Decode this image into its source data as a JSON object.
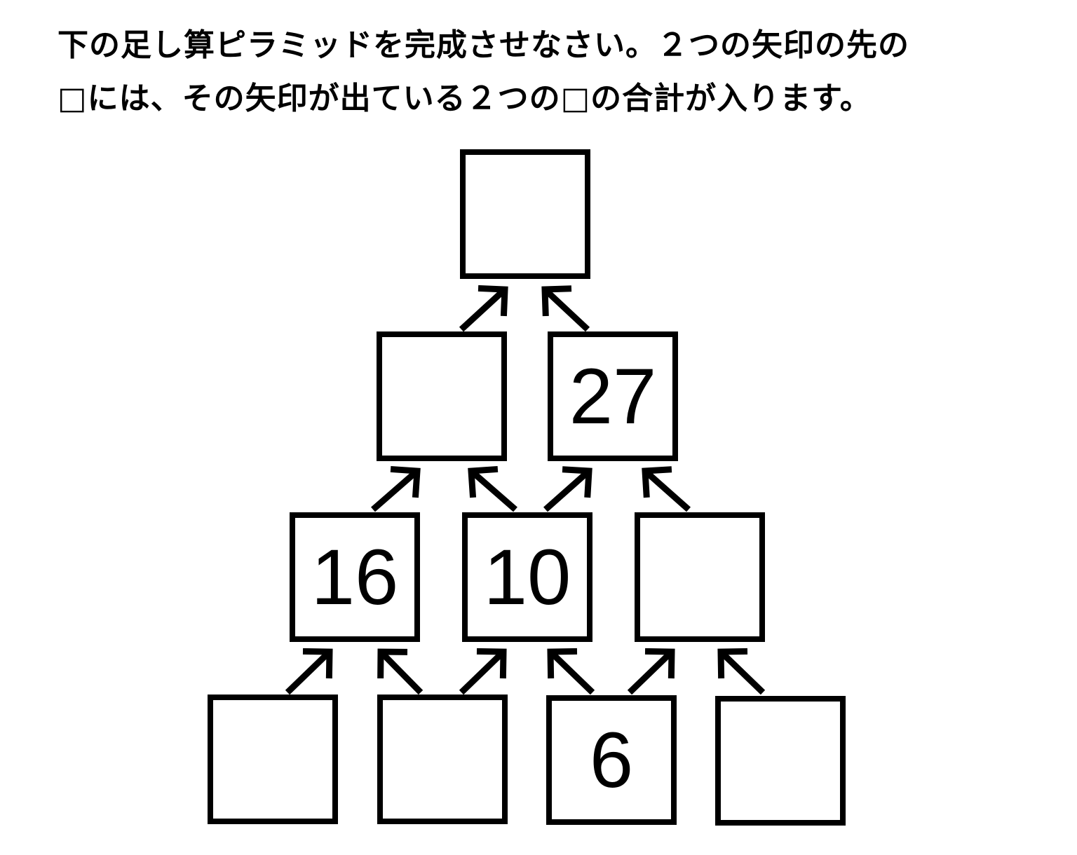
{
  "instructions": {
    "line1": "下の足し算ピラミッドを完成させなさい。２つの矢印の先の",
    "line2": "□には、その矢印が出ている２つの□の合計が入ります。"
  },
  "pyramid": {
    "rows": [
      [
        ""
      ],
      [
        "",
        "27"
      ],
      [
        "16",
        "10",
        ""
      ],
      [
        "",
        "",
        "6",
        ""
      ]
    ]
  }
}
